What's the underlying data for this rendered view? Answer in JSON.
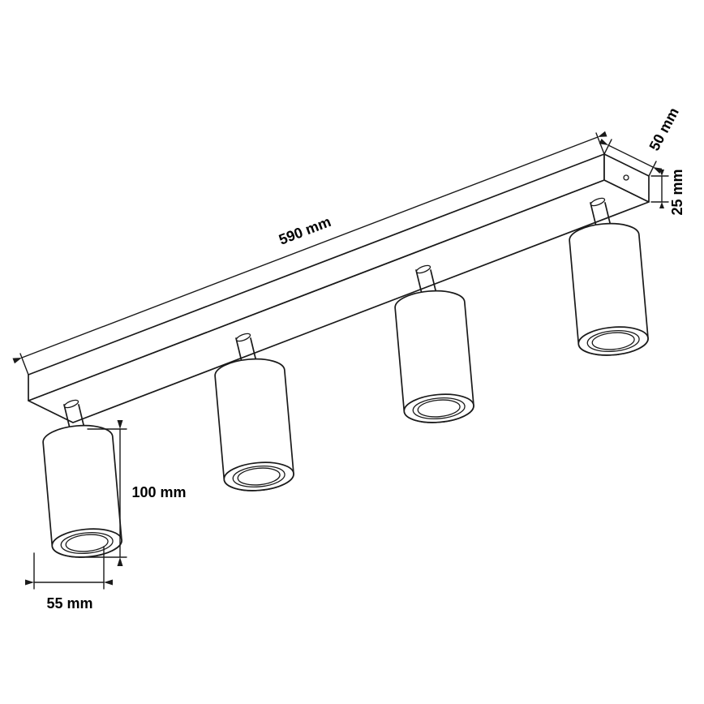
{
  "labels": {
    "length": "590 mm",
    "depth": "50 mm",
    "rail_height": "25 mm",
    "spot_height": "100 mm",
    "spot_diameter": "55 mm"
  },
  "colors": {
    "line": "#1a1a1a",
    "background": "#ffffff",
    "label": "#000000"
  }
}
